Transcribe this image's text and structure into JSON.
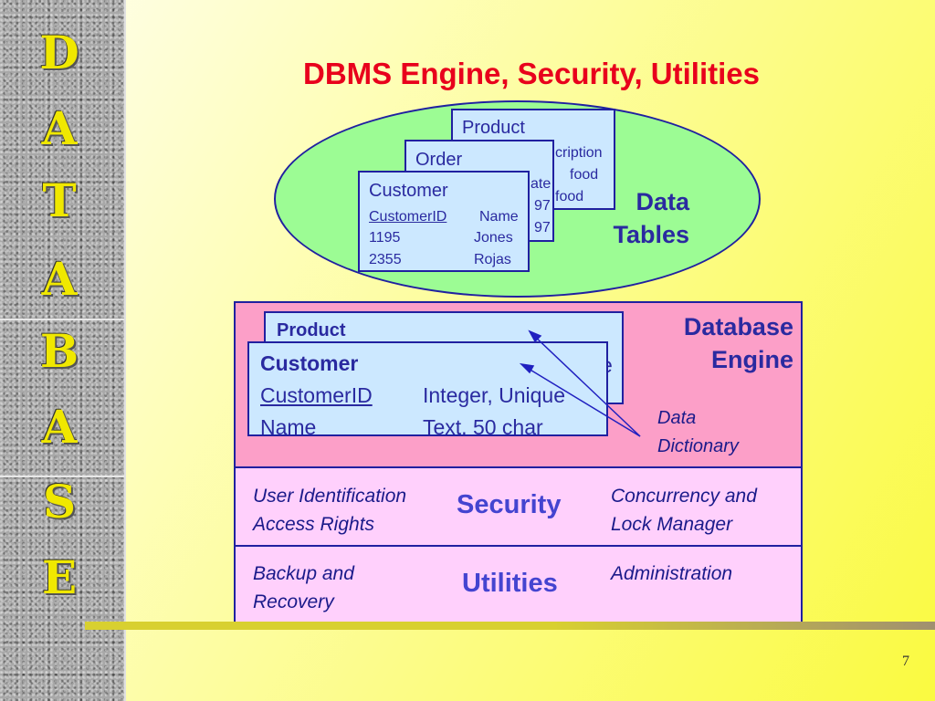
{
  "sidebar": {
    "letters": [
      "D",
      "A",
      "T",
      "A",
      "B",
      "A",
      "S",
      "E"
    ]
  },
  "title": "DBMS Engine, Security, Utilities",
  "data_tables": {
    "label_line1": "Data",
    "label_line2": "Tables",
    "product_card": {
      "title": "Product",
      "frag1": "cription",
      "frag2": "food",
      "frag3": "food"
    },
    "order_card": {
      "title": "Order",
      "frag1": "ate",
      "frag2": "97",
      "frag3": "97"
    },
    "customer_card": {
      "title": "Customer",
      "col1": "CustomerID",
      "col2": "Name",
      "row1_id": "1195",
      "row1_name": "Jones",
      "row2_id": "2355",
      "row2_name": "Rojas"
    }
  },
  "database_engine": {
    "label_line1": "Database",
    "label_line2": "Engine",
    "dictionary_line1": "Data",
    "dictionary_line2": "Dictionary",
    "product_def": {
      "title": "Product",
      "frag": "e"
    },
    "customer_def": {
      "title": "Customer",
      "row1_field": "CustomerID",
      "row1_type": "Integer, Unique",
      "row2_field": "Name",
      "row2_type": "Text, 50 char"
    }
  },
  "security": {
    "label": "Security",
    "left_line1": "User Identification",
    "left_line2": "Access Rights",
    "right_line1": "Concurrency and",
    "right_line2": "Lock Manager"
  },
  "utilities": {
    "label": "Utilities",
    "left_line1": "Backup and",
    "left_line2": "Recovery",
    "right_line1": "Administration"
  },
  "page_number": "7",
  "colors": {
    "title": "#e8001c",
    "ellipse_fill": "#9cfc94",
    "engine_fill": "#fc9fc8",
    "section_fill": "#ffd0fc",
    "card_fill": "#cce8ff",
    "text_blue": "#2a2aa0",
    "sidebar_letters": "#f0e800"
  }
}
